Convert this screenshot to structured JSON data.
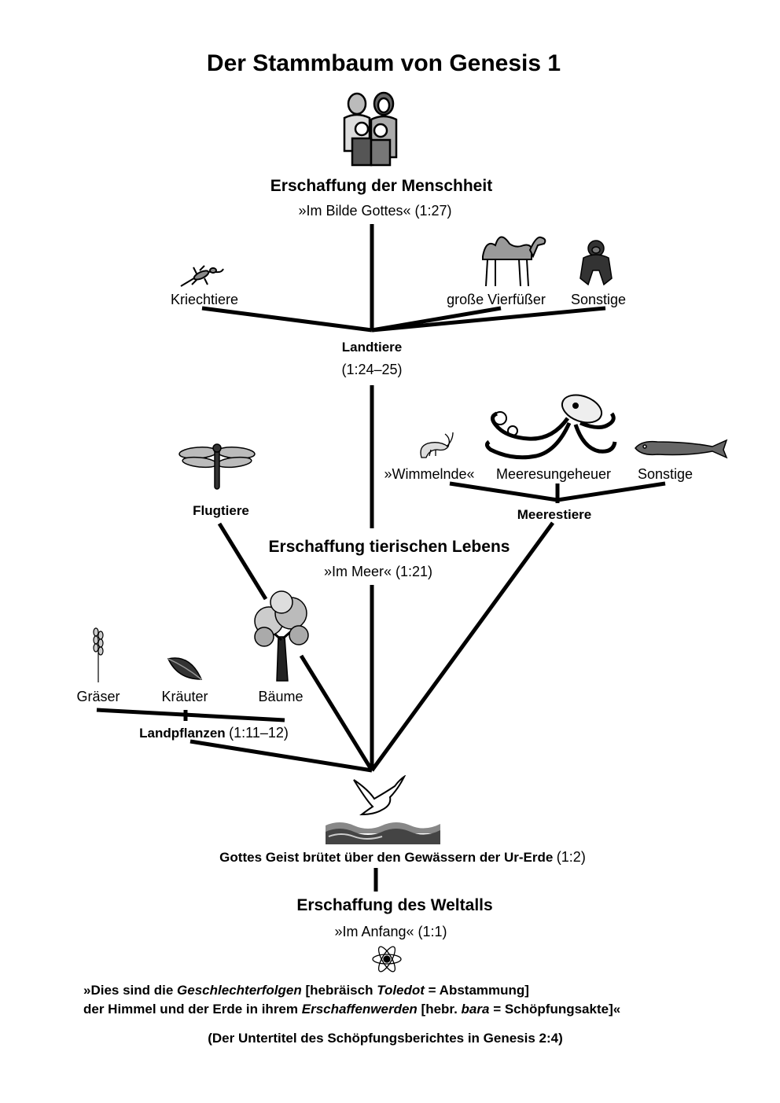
{
  "title": "Der Stammbaum von Genesis 1",
  "menschheit": {
    "heading": "Erschaffung der Menschheit",
    "ref": "»Im Bilde Gottes« (1:27)"
  },
  "landtiere": {
    "heading": "Landtiere",
    "ref": "(1:24–25)",
    "branches": [
      "Kriechtiere",
      "große Vierfüßer",
      "Sonstige"
    ]
  },
  "meerestiere": {
    "heading": "Meerestiere",
    "branches": [
      "»Wimmelnde«",
      "Meeresungeheuer",
      "Sonstige"
    ]
  },
  "flugtiere": {
    "heading": "Flugtiere"
  },
  "tierisch": {
    "heading": "Erschaffung tierischen Lebens",
    "ref": "»Im Meer« (1:21)"
  },
  "landpflanzen": {
    "heading": "Landpflanzen",
    "ref": "(1:11–12)",
    "branches": [
      "Gräser",
      "Kräuter",
      "Bäume"
    ]
  },
  "geist": {
    "text": "Gottes Geist brütet über den Gewässern der Ur-Erde",
    "ref": "(1:2)"
  },
  "weltall": {
    "heading": "Erschaffung des Weltalls",
    "ref": "»Im Anfang« (1:1)"
  },
  "footer": {
    "l1a": "»Dies sind die ",
    "l1b": "Geschlechterfolgen",
    "l1c": " [hebräisch ",
    "l1d": "Toledot",
    "l1e": " = Abstammung]",
    "l2a": "der Himmel und der Erde in ihrem ",
    "l2b": "Erschaffenwerden",
    "l2c": " [hebr. ",
    "l2d": "bara",
    "l2e": " = Schöpfungsakte]«",
    "subtitle": "(Der Untertitel des Schöpfungsberichtes in Genesis 2:4)"
  },
  "icons": [
    "family-icon",
    "lizard-icon",
    "camel-icon",
    "gorilla-icon",
    "shrimp-icon",
    "octopus-icon",
    "fish-icon",
    "dragonfly-icon",
    "tree-icon",
    "wheat-icon",
    "leaf-icon",
    "dove-icon",
    "waves-icon",
    "atom-icon"
  ]
}
